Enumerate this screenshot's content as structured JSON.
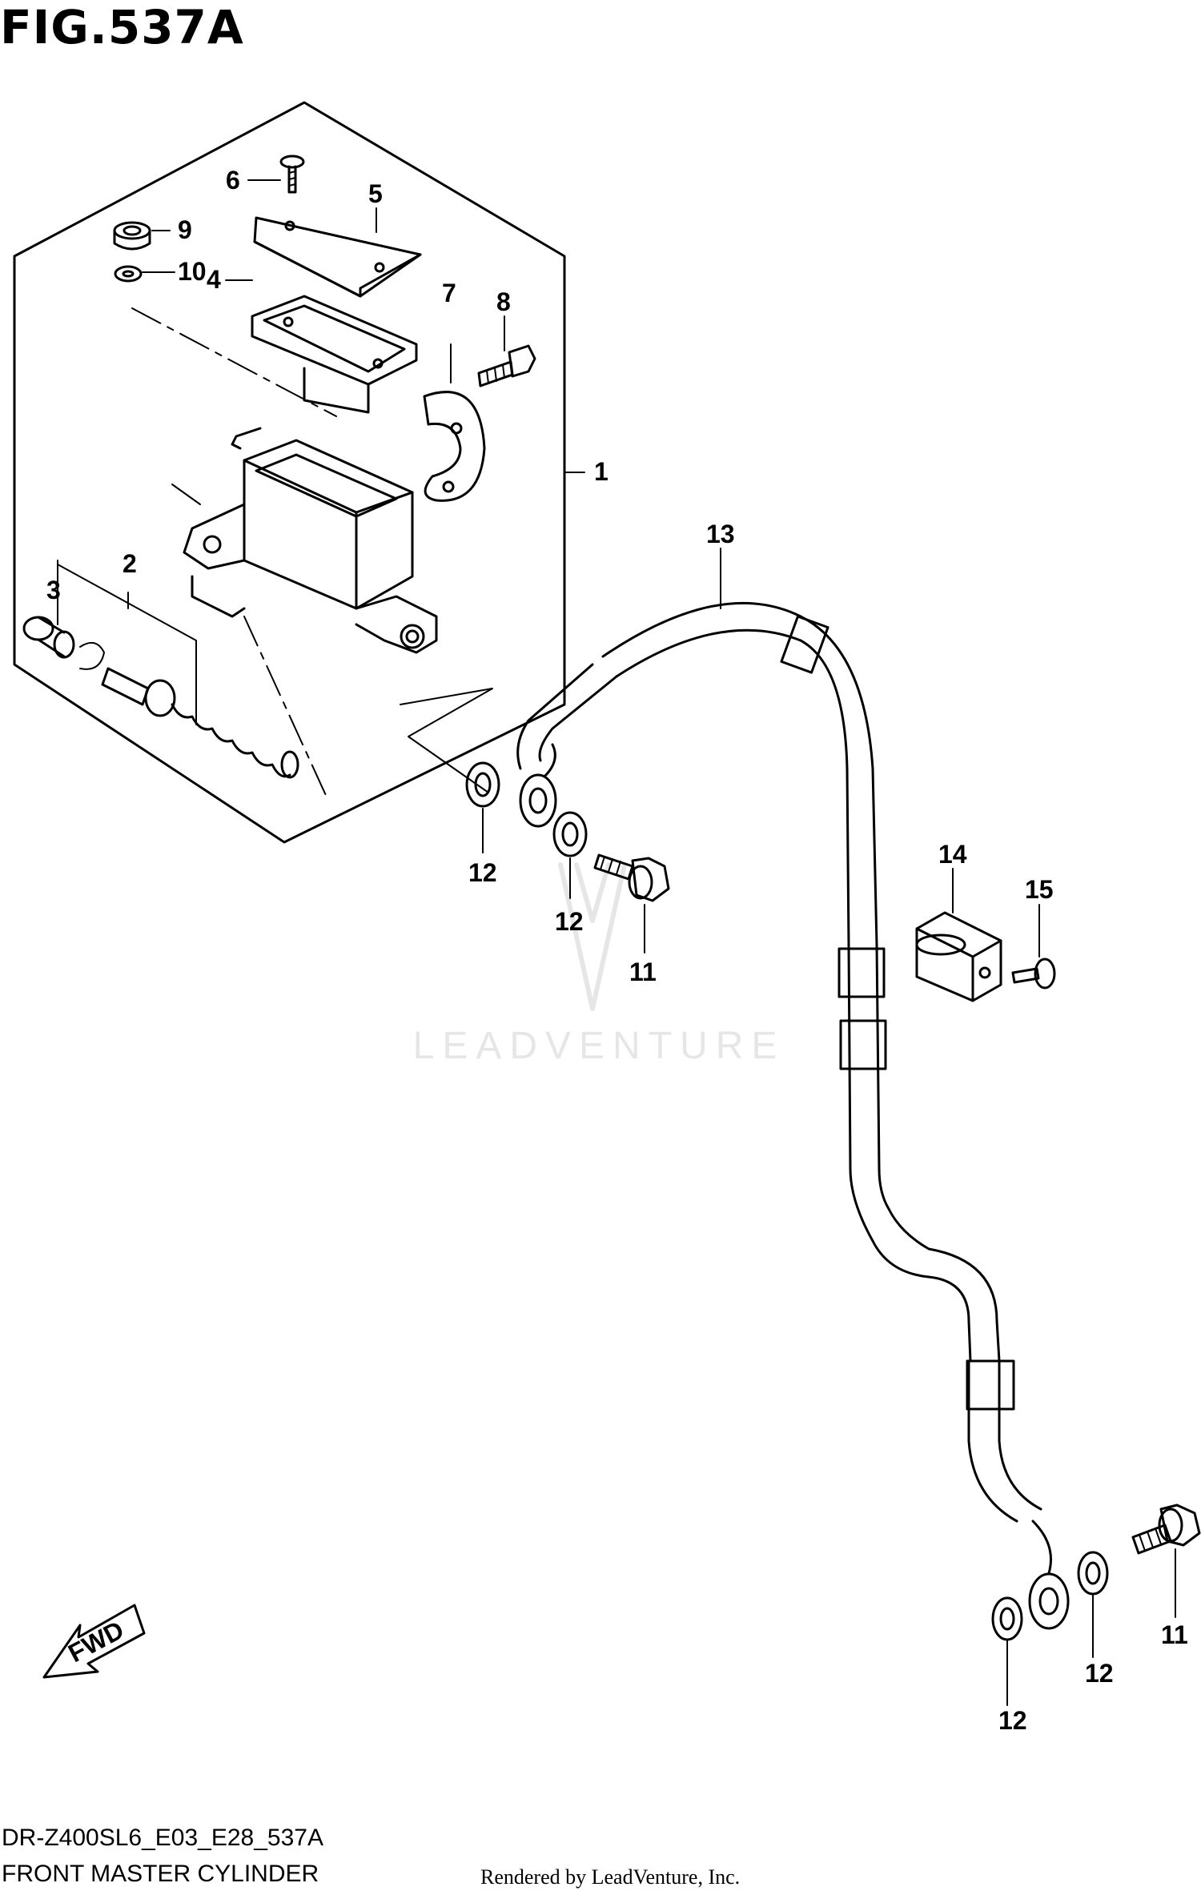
{
  "figure": {
    "title": "FIG.537A"
  },
  "footer": {
    "model_code": "DR-Z400SL6_E03_E28_537A",
    "assembly_name": "FRONT MASTER CYLINDER",
    "rendered_by": "Rendered by LeadVenture, Inc."
  },
  "watermark": {
    "text": "LEADVENTURE"
  },
  "fwd_arrow": {
    "label": "FWD"
  },
  "callouts": {
    "c1": "1",
    "c2": "2",
    "c3": "3",
    "c4": "4",
    "c5": "5",
    "c6": "6",
    "c7": "7",
    "c8": "8",
    "c9": "9",
    "c10": "10",
    "c11a": "11",
    "c11b": "11",
    "c12a": "12",
    "c12b": "12",
    "c12c": "12",
    "c12d": "12",
    "c13": "13",
    "c14": "14",
    "c15": "15"
  },
  "colors": {
    "line": "#000000",
    "watermark": "#e6e6e6"
  }
}
